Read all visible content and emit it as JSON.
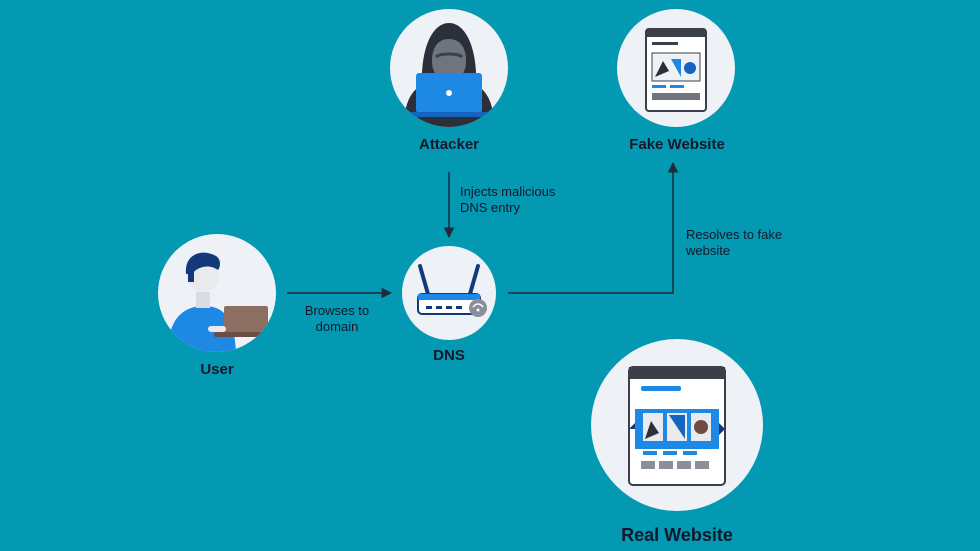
{
  "nodes": {
    "attacker": {
      "label": "Attacker"
    },
    "fake_website": {
      "label": "Fake Website"
    },
    "user": {
      "label": "User"
    },
    "dns": {
      "label": "DNS"
    },
    "real_website": {
      "label": "Real Website"
    }
  },
  "edges": {
    "attacker_to_dns": {
      "label": "Injects malicious\nDNS entry"
    },
    "user_to_dns": {
      "label": "Browses to\ndomain"
    },
    "dns_to_fake": {
      "label": "Resolves to fake\nwebsite"
    }
  },
  "colors": {
    "background": "#0499b3",
    "node_fill": "#eef2f7",
    "accent_blue": "#1e88e5",
    "arrow": "#1f2a3a"
  },
  "icons": {
    "attacker": "hooded-hacker-laptop-icon",
    "fake_website": "browser-page-icon",
    "user": "person-laptop-icon",
    "dns": "router-icon",
    "real_website": "browser-page-icon"
  }
}
